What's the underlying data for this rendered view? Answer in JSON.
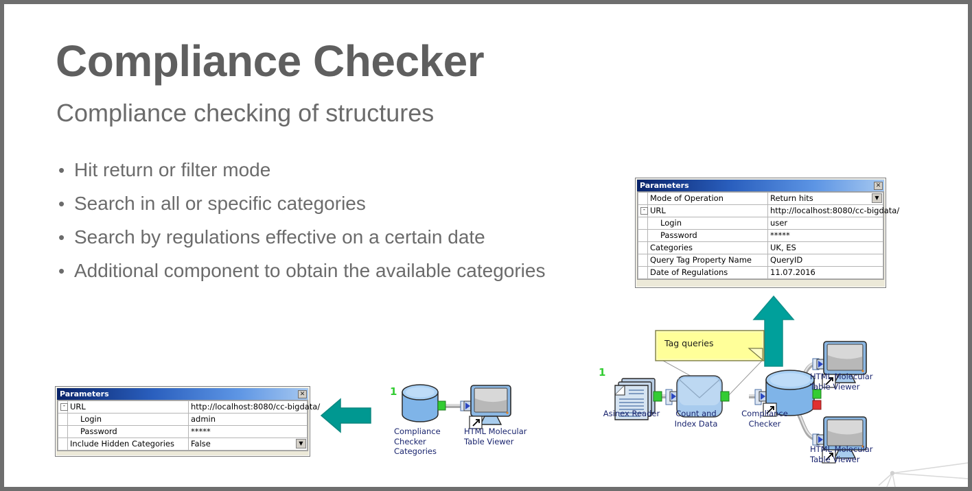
{
  "slide": {
    "title": "Compliance Checker",
    "subtitle": "Compliance checking of structures",
    "bullet_marker": "•",
    "bullets": [
      "Hit return or filter mode",
      "Search in all or specific categories",
      "Search by regulations effective on a certain date",
      "Additional component to obtain the available categories"
    ]
  },
  "colors": {
    "title_gray": "#5f5f5f",
    "body_gray": "#6b6b6b",
    "teal_arrow": "#00a09b",
    "node_label_blue": "#19246e",
    "green_number": "#33cc33",
    "titlebar_blue": "#0a246a",
    "note_yellow": "#ffff99",
    "port_green": "#33cc33",
    "port_red": "#e03030",
    "page_border": "#6e6e6e"
  },
  "dialog_top": {
    "title": "Parameters",
    "close_label": "✕",
    "rows": [
      {
        "gutter": "",
        "key": "Mode of Operation",
        "value": "Return hits",
        "indent": false,
        "dropdown": true
      },
      {
        "gutter": "-",
        "key": "URL",
        "value": "http://localhost:8080/cc-bigdata/",
        "indent": false,
        "dropdown": false
      },
      {
        "gutter": "",
        "key": "Login",
        "value": "user",
        "indent": true,
        "dropdown": false
      },
      {
        "gutter": "",
        "key": "Password",
        "value": "*****",
        "indent": true,
        "dropdown": false
      },
      {
        "gutter": "",
        "key": "Categories",
        "value": "UK, ES",
        "indent": false,
        "dropdown": false
      },
      {
        "gutter": "",
        "key": "Query Tag Property Name",
        "value": "QueryID",
        "indent": false,
        "dropdown": false
      },
      {
        "gutter": "",
        "key": "Date of Regulations",
        "value": "11.07.2016",
        "indent": false,
        "dropdown": false
      }
    ]
  },
  "dialog_bottom": {
    "title": "Parameters",
    "close_label": "✕",
    "rows": [
      {
        "gutter": "-",
        "key": "URL",
        "value": "http://localhost:8080/cc-bigdata/",
        "indent": false,
        "dropdown": false
      },
      {
        "gutter": "",
        "key": "Login",
        "value": "admin",
        "indent": true,
        "dropdown": false
      },
      {
        "gutter": "",
        "key": "Password",
        "value": "*****",
        "indent": true,
        "dropdown": false
      },
      {
        "gutter": "",
        "key": "Include Hidden Categories",
        "value": "False",
        "indent": false,
        "dropdown": true
      }
    ]
  },
  "workflow_main": {
    "note": "Tag queries",
    "asinex_number": "1",
    "nodes": [
      {
        "name": "Asinex Reader",
        "label": "Asinex Reader"
      },
      {
        "name": "Count and Index Data",
        "label": "Count and\nIndex Data"
      },
      {
        "name": "Compliance Checker",
        "label": "Compliance\nChecker"
      },
      {
        "name": "HTML Molecular Table Viewer Top",
        "label": "HTML Molecular\nTable Viewer"
      },
      {
        "name": "HTML Molecular Table Viewer Bottom",
        "label": "HTML Molecular\nTable Viewer"
      }
    ]
  },
  "workflow_categories": {
    "number": "1",
    "nodes": [
      {
        "name": "Compliance Checker Categories",
        "label": "Compliance\nChecker\nCategories"
      },
      {
        "name": "HTML Molecular Table Viewer",
        "label": "HTML Molecular\nTable Viewer"
      }
    ]
  }
}
